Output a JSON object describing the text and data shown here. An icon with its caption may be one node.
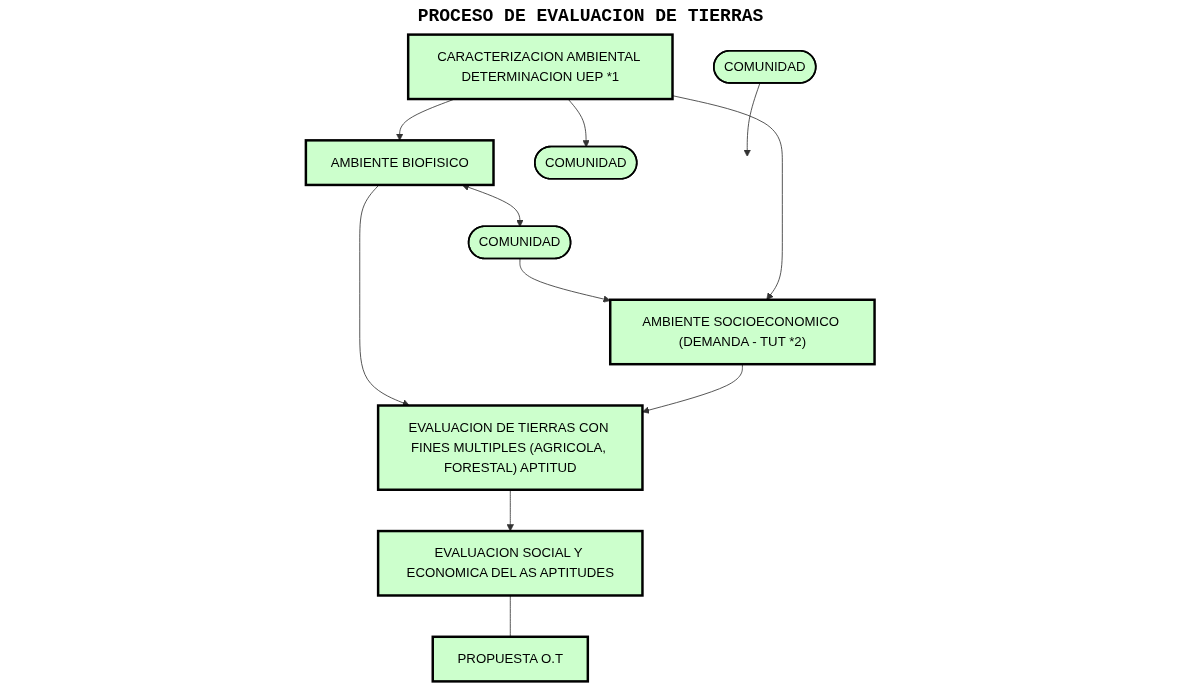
{
  "diagram": {
    "title": "PROCESO DE EVALUACION DE TIERRAS",
    "nodes": [
      {
        "text": [
          "AMBIENTE BIOFISICO"
        ]
      },
      {
        "text": [
          "CARACTERIZACION AMBIENTAL DETERMINACION UEP *1"
        ]
      },
      {
        "text": [
          "COMUNIDAD"
        ]
      },
      {
        "text": [
          "EVALUACION DE TIERRAS CON FINES MULTIPLES (AGRICOLA, FORESTAL) APTITUD"
        ]
      },
      {
        "text": [
          "AMBIENTE SOCIOECONOMICO (DEMANDA - TUT *2)"
        ]
      },
      {
        "text": [
          "COMUNIDAD"
        ]
      },
      {
        "text": [
          "EVALUACION SOCIAL Y ECONOMICA DEL AS APTITUDES"
        ]
      },
      {
        "text": [
          "COMUNIDAD"
        ]
      },
      {
        "text": [
          "PROPUESTA O.T"
        ]
      }
    ],
    "edges": [
      {
        "from": 1,
        "to": 0,
        "arrow": "to"
      },
      {
        "from": 0,
        "to": 2,
        "arrow": "both"
      },
      {
        "from": 0,
        "to": 3,
        "arrow": "to"
      },
      {
        "from": 2,
        "to": 4,
        "arrow": "to"
      },
      {
        "from": 1,
        "to": 4,
        "arrow": "to"
      },
      {
        "from": 4,
        "to": 3,
        "arrow": "to"
      },
      {
        "from": 1,
        "to": 5,
        "arrow": "to"
      },
      {
        "from": 3,
        "to": 6,
        "arrow": "to"
      },
      {
        "from": 6,
        "to": 8,
        "arrow": "none"
      },
      {
        "from": 7,
        "to": null,
        "arrow": "to"
      }
    ]
  }
}
